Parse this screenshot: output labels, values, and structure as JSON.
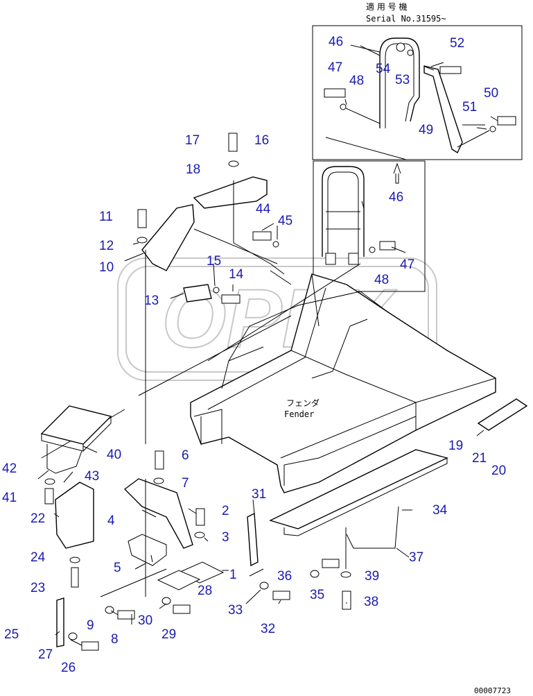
{
  "header": {
    "applicable_jp": "適 用 号 機",
    "serial": "Serial No.31595~"
  },
  "fender_label": {
    "jp": "フェンダ",
    "en": "Fender"
  },
  "watermark": "OPEX",
  "doc_number": "00007723",
  "callouts": [
    {
      "id": "c46a",
      "text": "46"
    },
    {
      "id": "c52",
      "text": "52"
    },
    {
      "id": "c47a",
      "text": "47"
    },
    {
      "id": "c54",
      "text": "54"
    },
    {
      "id": "c53",
      "text": "53"
    },
    {
      "id": "c48a",
      "text": "48"
    },
    {
      "id": "c50",
      "text": "50"
    },
    {
      "id": "c51",
      "text": "51"
    },
    {
      "id": "c49",
      "text": "49"
    },
    {
      "id": "c17",
      "text": "17"
    },
    {
      "id": "c16",
      "text": "16"
    },
    {
      "id": "c18",
      "text": "18"
    },
    {
      "id": "c46b",
      "text": "46"
    },
    {
      "id": "c11",
      "text": "11"
    },
    {
      "id": "c44",
      "text": "44"
    },
    {
      "id": "c45",
      "text": "45"
    },
    {
      "id": "c12",
      "text": "12"
    },
    {
      "id": "c15",
      "text": "15"
    },
    {
      "id": "c10",
      "text": "10"
    },
    {
      "id": "c14",
      "text": "14"
    },
    {
      "id": "c47b",
      "text": "47"
    },
    {
      "id": "c48b",
      "text": "48"
    },
    {
      "id": "c13",
      "text": "13"
    },
    {
      "id": "c40",
      "text": "40"
    },
    {
      "id": "c19",
      "text": "19"
    },
    {
      "id": "c6",
      "text": "6"
    },
    {
      "id": "c42",
      "text": "42"
    },
    {
      "id": "c43",
      "text": "43"
    },
    {
      "id": "c21",
      "text": "21"
    },
    {
      "id": "c20",
      "text": "20"
    },
    {
      "id": "c7",
      "text": "7"
    },
    {
      "id": "c41",
      "text": "41"
    },
    {
      "id": "c2",
      "text": "2"
    },
    {
      "id": "c4",
      "text": "4"
    },
    {
      "id": "c31",
      "text": "31"
    },
    {
      "id": "c34",
      "text": "34"
    },
    {
      "id": "c22",
      "text": "22"
    },
    {
      "id": "c3",
      "text": "3"
    },
    {
      "id": "c24",
      "text": "24"
    },
    {
      "id": "c5",
      "text": "5"
    },
    {
      "id": "c1",
      "text": "1"
    },
    {
      "id": "c37",
      "text": "37"
    },
    {
      "id": "c36",
      "text": "36"
    },
    {
      "id": "c23",
      "text": "23"
    },
    {
      "id": "c28",
      "text": "28"
    },
    {
      "id": "c39",
      "text": "39"
    },
    {
      "id": "c35",
      "text": "35"
    },
    {
      "id": "c33",
      "text": "33"
    },
    {
      "id": "c38",
      "text": "38"
    },
    {
      "id": "c9",
      "text": "9"
    },
    {
      "id": "c30",
      "text": "30"
    },
    {
      "id": "c8",
      "text": "8"
    },
    {
      "id": "c29",
      "text": "29"
    },
    {
      "id": "c32",
      "text": "32"
    },
    {
      "id": "c25",
      "text": "25"
    },
    {
      "id": "c27",
      "text": "27"
    },
    {
      "id": "c26",
      "text": "26"
    }
  ]
}
